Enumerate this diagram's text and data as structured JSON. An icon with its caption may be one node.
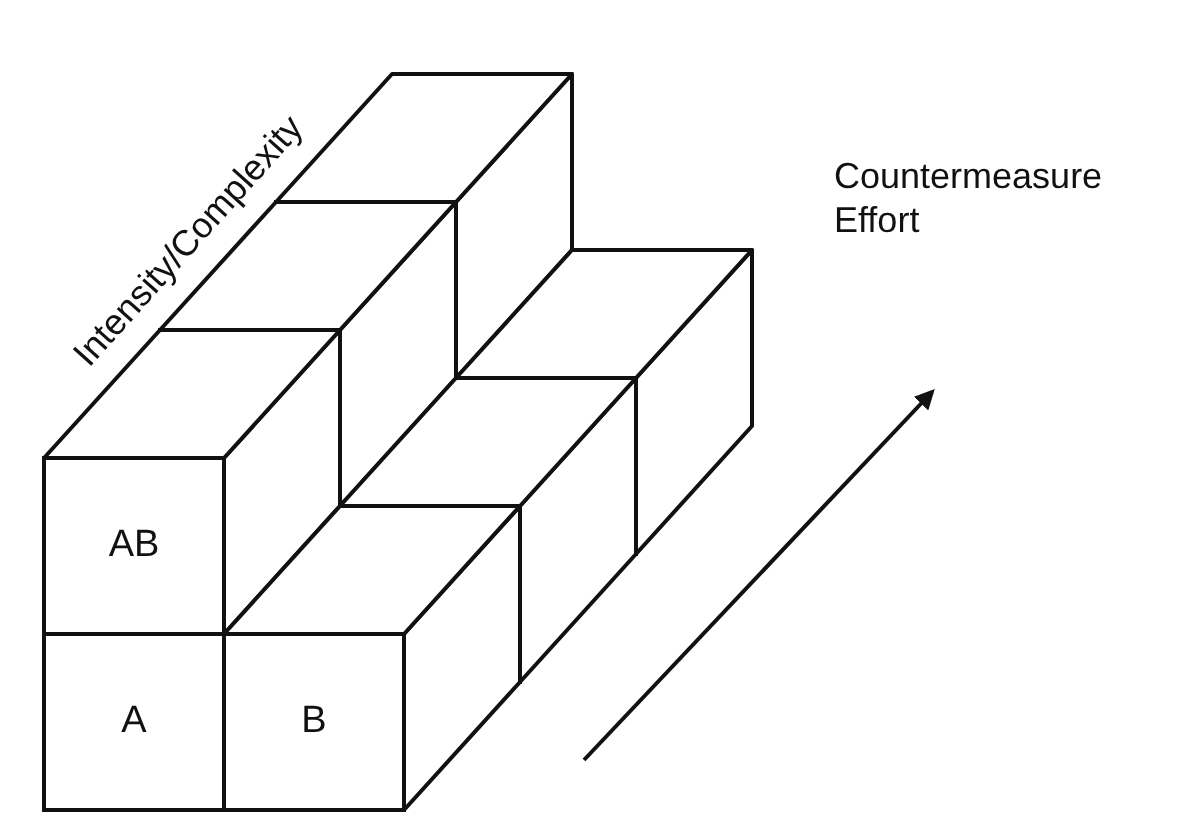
{
  "diagram": {
    "nodes": [
      {
        "text": [
          "AB"
        ]
      },
      {
        "text": [
          "A"
        ]
      },
      {
        "text": [
          "B"
        ]
      }
    ],
    "labels": [
      "Intensity/Complexity",
      "Countermeasure Effort"
    ]
  }
}
